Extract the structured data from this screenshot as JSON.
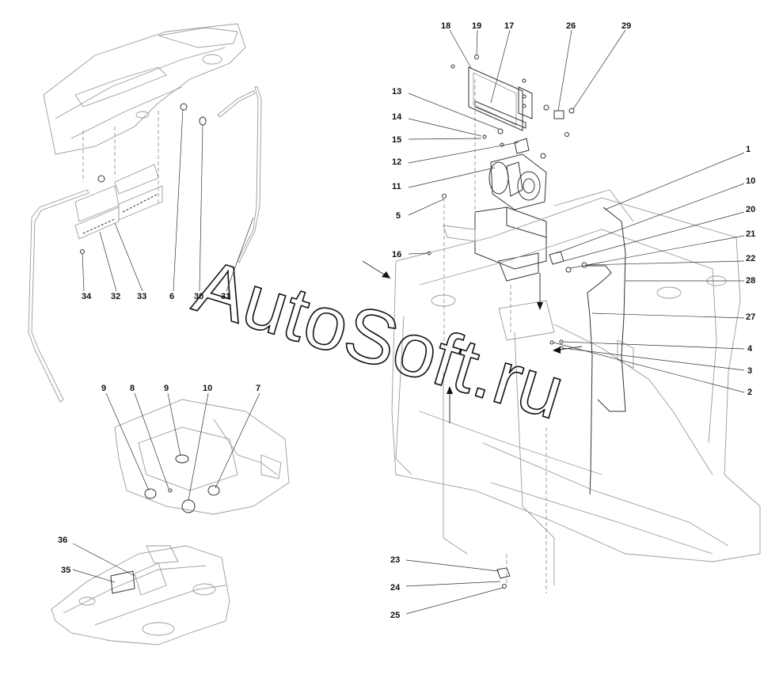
{
  "watermark": "AutoSoft.ru",
  "callouts": [
    "18",
    "19",
    "17",
    "26",
    "29",
    "13",
    "14",
    "15",
    "12",
    "11",
    "5",
    "16",
    "1",
    "10",
    "20",
    "21",
    "22",
    "28",
    "27",
    "4",
    "3",
    "2",
    "34",
    "32",
    "33",
    "6",
    "30",
    "31",
    "9",
    "8",
    "9",
    "10",
    "7",
    "36",
    "35",
    "23",
    "24",
    "25"
  ]
}
